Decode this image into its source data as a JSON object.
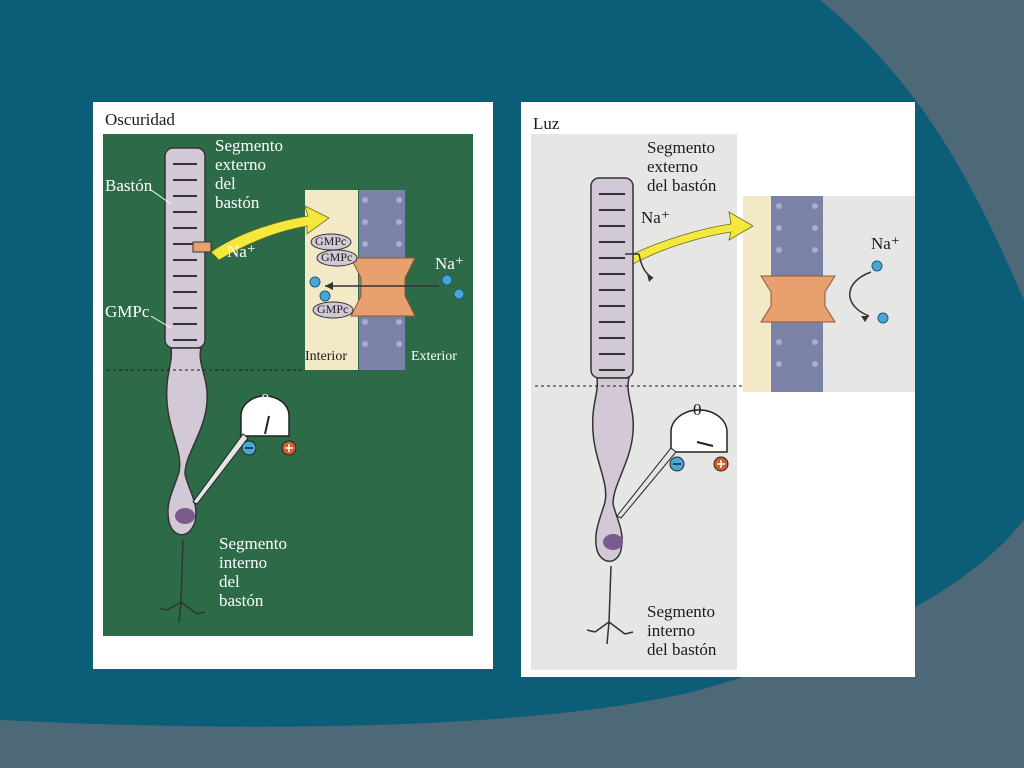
{
  "colors": {
    "slide_teal": "#0b5d78",
    "slide_gray": "#4d6977",
    "dark_panel_bg": "#2d6b48",
    "light_panel_bg": "#e6e7e5",
    "cell_fill": "#d2c8d6",
    "channel": "#e8a06f",
    "membrane": "#7a82a8",
    "arrow_yellow": "#f5e83c",
    "sodium": "#4aa6d6",
    "plus": "#cf5c2a"
  },
  "dark_panel": {
    "title": "Oscuridad",
    "outer_segment_label": "Segmento\nexterno\ndel\nbastón",
    "rod_label": "Bastón",
    "na_label": "Na⁺",
    "gmpc_label": "GMPc",
    "inset": {
      "gmpc_1": "GMPc",
      "gmpc_2": "GMPc",
      "gmpc_3": "GMPc",
      "na_label": "Na⁺",
      "interior_label": "Interior",
      "exterior_label": "Exterior"
    },
    "meter_zero": "0",
    "inner_segment_label": "Segmento\ninterno\ndel\nbastón"
  },
  "light_panel": {
    "title": "Luz",
    "outer_segment_label": "Segmento\nexterno\ndel bastón",
    "na_label": "Na⁺",
    "inset": {
      "na_label": "Na⁺"
    },
    "meter_zero": "0",
    "inner_segment_label": "Segmento\ninterno\ndel bastón"
  }
}
